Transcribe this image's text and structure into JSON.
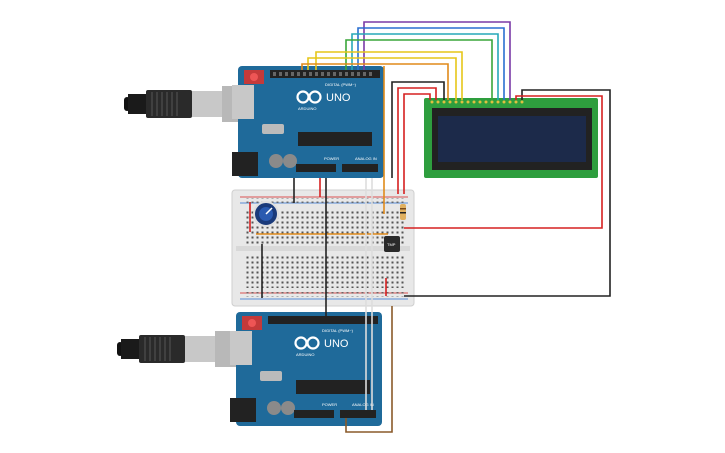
{
  "scene": {
    "title": "",
    "labels": {
      "board_name": "UNO",
      "board_brand": "ARDUINO",
      "digital_header": "DIGITAL (PWM~)",
      "analog_header": "ANALOG IN",
      "power_header": "POWER",
      "sensor_label": "TMP"
    }
  },
  "colors": {
    "board": "#1f6a9a",
    "board_dark": "#17557d",
    "breadboard": "#e8e8e8",
    "lcd_pcb": "#2e9e3e",
    "lcd_screen": "#1c2a4a",
    "wire_red": "#d62020",
    "wire_black": "#222222",
    "wire_yellow": "#e6c619",
    "wire_green": "#3aa63a",
    "wire_blue": "#2a6fd0",
    "wire_cyan": "#26a8b8",
    "wire_purple": "#7a3aa6",
    "wire_orange": "#e08a1a",
    "wire_brown": "#8a5a2a"
  },
  "components": [
    {
      "name": "arduino-uno-top",
      "icon": "arduino-board-icon"
    },
    {
      "name": "arduino-uno-bottom",
      "icon": "arduino-board-icon"
    },
    {
      "name": "breadboard",
      "icon": "breadboard-icon"
    },
    {
      "name": "lcd-16x2-display",
      "icon": "lcd-display-icon"
    },
    {
      "name": "potentiometer",
      "icon": "potentiometer-icon"
    },
    {
      "name": "tmp36-temperature-sensor",
      "icon": "temperature-sensor-icon"
    },
    {
      "name": "resistor",
      "icon": "resistor-icon"
    },
    {
      "name": "usb-cable-top",
      "icon": "usb-cable-icon"
    },
    {
      "name": "usb-cable-bottom",
      "icon": "usb-cable-icon"
    }
  ]
}
